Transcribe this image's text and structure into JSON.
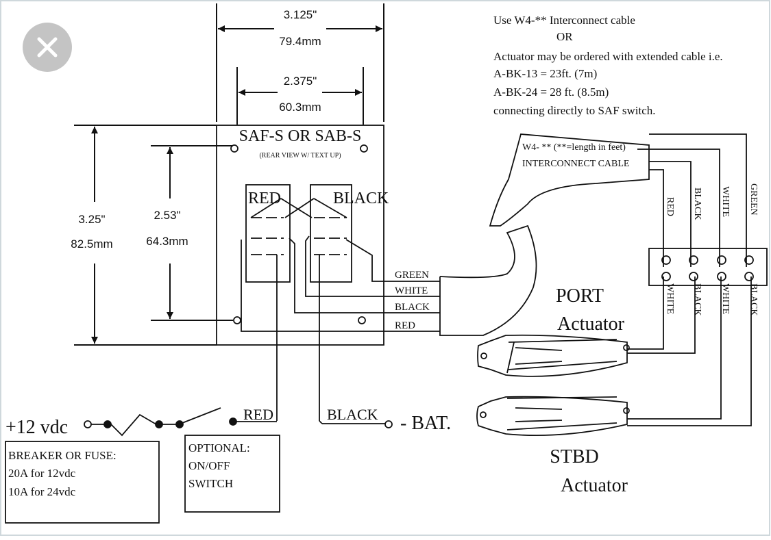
{
  "dimensions": {
    "outer_width_in": "3.125\"",
    "outer_width_mm": "79.4mm",
    "inner_width_in": "2.375\"",
    "inner_width_mm": "60.3mm",
    "outer_height_in": "3.25\"",
    "outer_height_mm": "82.5mm",
    "inner_height_in": "2.53\"",
    "inner_height_mm": "64.3mm"
  },
  "switch_panel": {
    "title": "SAF-S OR SAB-S",
    "subtitle": "(REAR VIEW W/ TEXT UP)",
    "left_label": "RED",
    "right_label": "BLACK"
  },
  "notes": {
    "line1": "Use W4-** Interconnect cable",
    "line2": "OR",
    "line3": "Actuator may be ordered with extended cable i.e.",
    "line4": "A-BK-13 = 23ft. (7m)",
    "line5": "A-BK-24 = 28 ft. (8.5m)",
    "line6": "connecting directly to SAF switch."
  },
  "cable": {
    "label1": "W4- ** (**=length in feet)",
    "label2": "INTERCONNECT CABLE",
    "wires": [
      "GREEN",
      "WHITE",
      "BLACK",
      "RED"
    ],
    "vertical_wires": [
      "RED",
      "BLACK",
      "WHITE",
      "GREEN"
    ],
    "terminal_wires": [
      "WHITE",
      "BLACK",
      "WHITE",
      "BLACK"
    ]
  },
  "actuators": {
    "port_line1": "PORT",
    "port_line2": "Actuator",
    "stbd_line1": "STBD",
    "stbd_line2": "Actuator"
  },
  "power": {
    "supply": "+12 vdc",
    "red_label": "RED",
    "black_label": "BLACK",
    "bat_label": "- BAT."
  },
  "breaker_box": {
    "line1": "BREAKER OR FUSE:",
    "line2": "20A for 12vdc",
    "line3": "10A for 24vdc"
  },
  "switch_box": {
    "line1": "OPTIONAL:",
    "line2": "ON/OFF",
    "line3": "SWITCH"
  },
  "ui": {
    "close_icon": "close-icon",
    "close_bg": "#c4c4c4"
  }
}
